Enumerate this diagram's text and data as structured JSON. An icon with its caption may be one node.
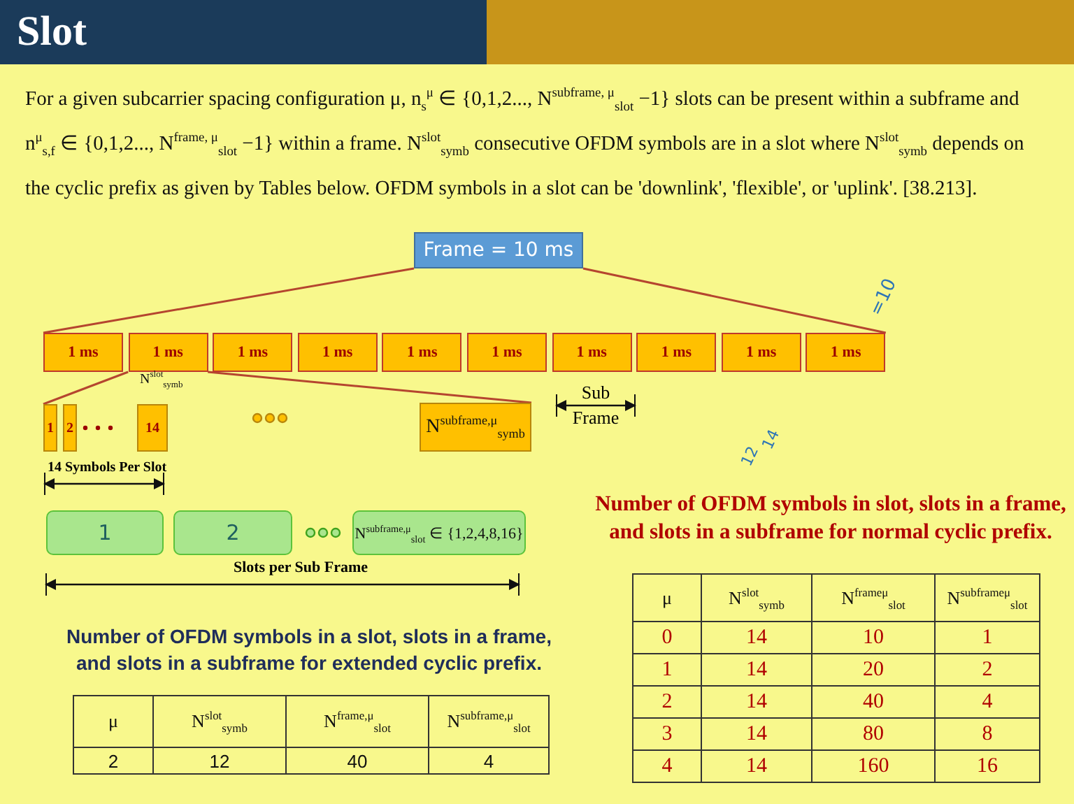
{
  "diagram": {
    "title": "Slot",
    "nodes": [
      {
        "text": [
          "Frame = 10 ms"
        ]
      },
      {
        "text": [
          "1 ms"
        ]
      },
      {
        "text": [
          "1 ms"
        ]
      },
      {
        "text": [
          "1 ms"
        ]
      },
      {
        "text": [
          "1 ms"
        ]
      },
      {
        "text": [
          "1 ms"
        ]
      },
      {
        "text": [
          "1 ms"
        ]
      },
      {
        "text": [
          "1 ms"
        ]
      },
      {
        "text": [
          "1 ms"
        ]
      },
      {
        "text": [
          "1 ms"
        ]
      },
      {
        "text": [
          "1 ms"
        ]
      },
      {
        "text": [
          "1"
        ]
      },
      {
        "text": [
          "2"
        ]
      },
      {
        "text": [
          "14"
        ]
      },
      {
        "text": [
          "N$^{subframe,μ}$$_{symb}$"
        ]
      },
      {
        "text": [
          "1"
        ]
      },
      {
        "text": [
          "2"
        ]
      },
      {
        "text": [
          "N$^{subframe,μ}$$_{slot}$ ∈ {1,2,4,8,16}"
        ]
      }
    ],
    "edges": [
      {
        "from": 0,
        "to": 1,
        "arrow": "none"
      },
      {
        "from": 0,
        "to": 10,
        "arrow": "none"
      },
      {
        "from": 2,
        "to": 11,
        "arrow": "none"
      },
      {
        "from": 2,
        "to": 14,
        "arrow": "none"
      }
    ],
    "labels": [
      "For a given subcarrier spacing configuration μ, n$_{s}$$^{μ}$ ∈ {0,1,2..., N$^{subframe, μ}$$_{slot}$ −1} slots can be present within a subframe and n$^{μ}$$_{s,f}$ ∈ {0,1,2..., N$^{frame, μ}$$_{slot}$ −1} within a frame. N$^{slot}$$_{symb}$ consecutive OFDM symbols are in a slot where N$^{slot}$$_{symb}$ depends on the cyclic prefix as given by Tables below. OFDM symbols in a slot can be 'downlink', 'flexible', or 'uplink'. [38.213].",
      "N$^{slot}$$_{symb}$",
      "Sub Frame",
      "=10",
      "14 Symbols Per Slot",
      "12",
      "14",
      "Slots per Sub Frame",
      "Number of OFDM symbols in slot, slots in a frame, and slots in a subframe for normal cyclic prefix.",
      "μ",
      "N$^{slot}$$_{symb}$",
      "N$^{frameμ}$$_{slot}$",
      "N$^{subframeμ}$$_{slot}$",
      "0",
      "14",
      "10",
      "1",
      "1",
      "14",
      "20",
      "2",
      "2",
      "14",
      "40",
      "4",
      "3",
      "14",
      "80",
      "8",
      "4",
      "14",
      "160",
      "16",
      "Number of OFDM symbols in a slot, slots in a frame, and slots in a subframe for extended cyclic prefix.",
      "μ",
      "N$^{slot}$$_{symb}$",
      "N$^{frame,μ}$$_{slot}$",
      "N$^{subframe,μ}$$_{slot}$",
      "2",
      "12",
      "40",
      "4"
    ]
  }
}
